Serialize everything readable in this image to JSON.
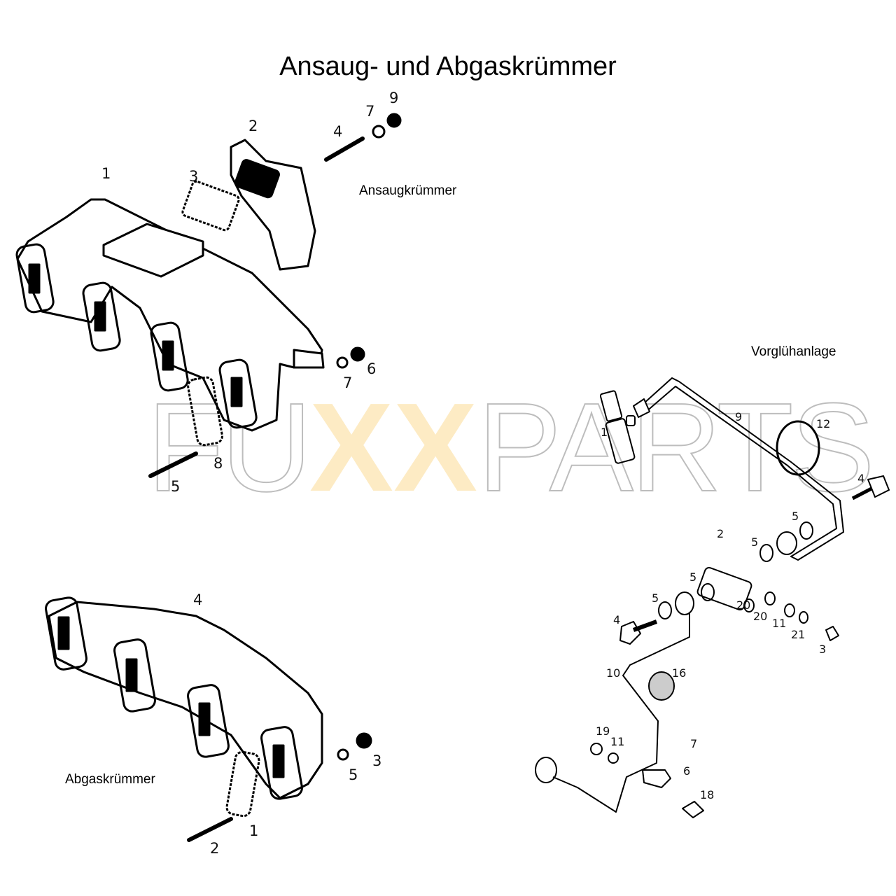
{
  "title": "Ansaug- und Abgaskrümmer",
  "watermark": {
    "part1": "FU",
    "part2": "XX",
    "part3": "PARTS",
    "accent": "#fdebc4",
    "outline": "#bdbdbd"
  },
  "sections": {
    "intake": {
      "label": "Ansaugkrümmer",
      "callouts": [
        "1",
        "2",
        "3",
        "4",
        "7",
        "9",
        "7",
        "6",
        "8",
        "5"
      ]
    },
    "exhaust": {
      "label": "Abgaskrümmer",
      "callouts": [
        "4",
        "5",
        "3",
        "1",
        "2"
      ]
    },
    "preheat": {
      "label": "Vorglühanlage",
      "callouts": [
        "1",
        "9",
        "12",
        "4",
        "5",
        "5",
        "2",
        "5",
        "5",
        "4",
        "20",
        "20",
        "11",
        "21",
        "3",
        "10",
        "16",
        "19",
        "11",
        "7",
        "6",
        "18"
      ]
    }
  }
}
